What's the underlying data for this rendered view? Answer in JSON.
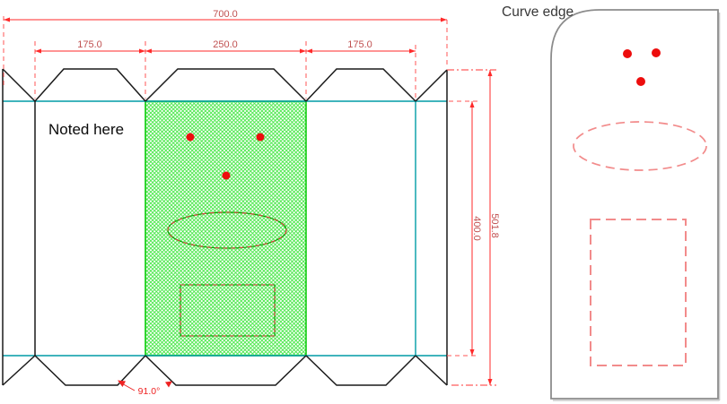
{
  "canvas": {
    "note_annotation": "Noted here"
  },
  "dimensions": {
    "total_width": "700.0",
    "left_panel_width": "175.0",
    "center_panel_width": "250.0",
    "right_panel_width": "175.0",
    "panel_height": "400.0",
    "total_height": "501.8",
    "flap_angle": "91.0°"
  },
  "preview": {
    "title": "Curve edge"
  },
  "colors": {
    "cut_line": "#1a1a1a",
    "fold_line": "#009ca6",
    "dimension_line": "#ff2a2a",
    "dimension_text": "#c05050",
    "hatch_green": "#3fe63f",
    "artwork_dot": "#ed0d0d",
    "preview_dash": "#f28b8b",
    "preview_border": "#8c8c8c"
  }
}
